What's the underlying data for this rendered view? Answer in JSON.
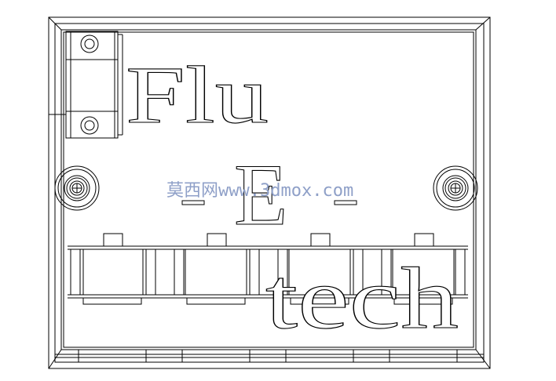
{
  "drawing": {
    "label_top": "Flu",
    "label_mid": "E",
    "label_bottom": "tech",
    "watermark": "莫西网www.3dmox.com",
    "colors": {
      "line": "#000000",
      "background": "#ffffff",
      "watermark": "#8fa0c8"
    }
  }
}
